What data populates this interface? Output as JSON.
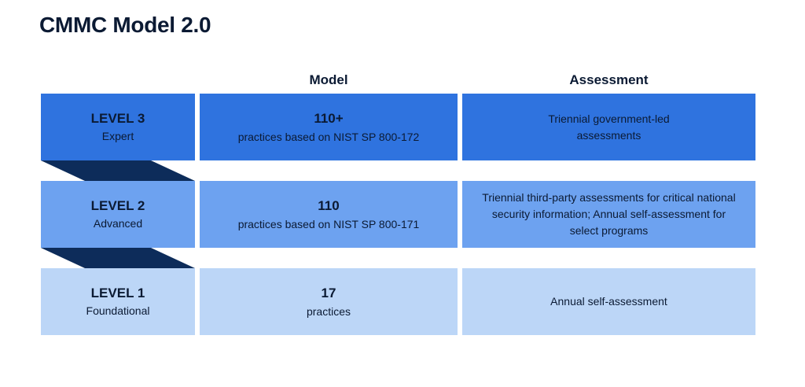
{
  "title": "CMMC Model 2.0",
  "columns": {
    "model": "Model",
    "assessment": "Assessment"
  },
  "levels": [
    {
      "name": "LEVEL 3",
      "label": "Expert",
      "count": "110+",
      "basis": "practices based on NIST SP 800-172",
      "assessment": "Triennial government-led assessments",
      "color": "#2f73df"
    },
    {
      "name": "LEVEL 2",
      "label": "Advanced",
      "count": "110",
      "basis": "practices based on NIST SP 800-171",
      "assessment": "Triennial third-party assessments for critical national security information; Annual self-assessment for select programs",
      "color": "#6da2f0"
    },
    {
      "name": "LEVEL 1",
      "label": "Foundational",
      "count": "17",
      "basis": "practices",
      "assessment": "Annual self-assessment",
      "color": "#bcd6f7"
    }
  ],
  "colors": {
    "connector": "#0d2c5a",
    "text": "#0b1a33"
  }
}
